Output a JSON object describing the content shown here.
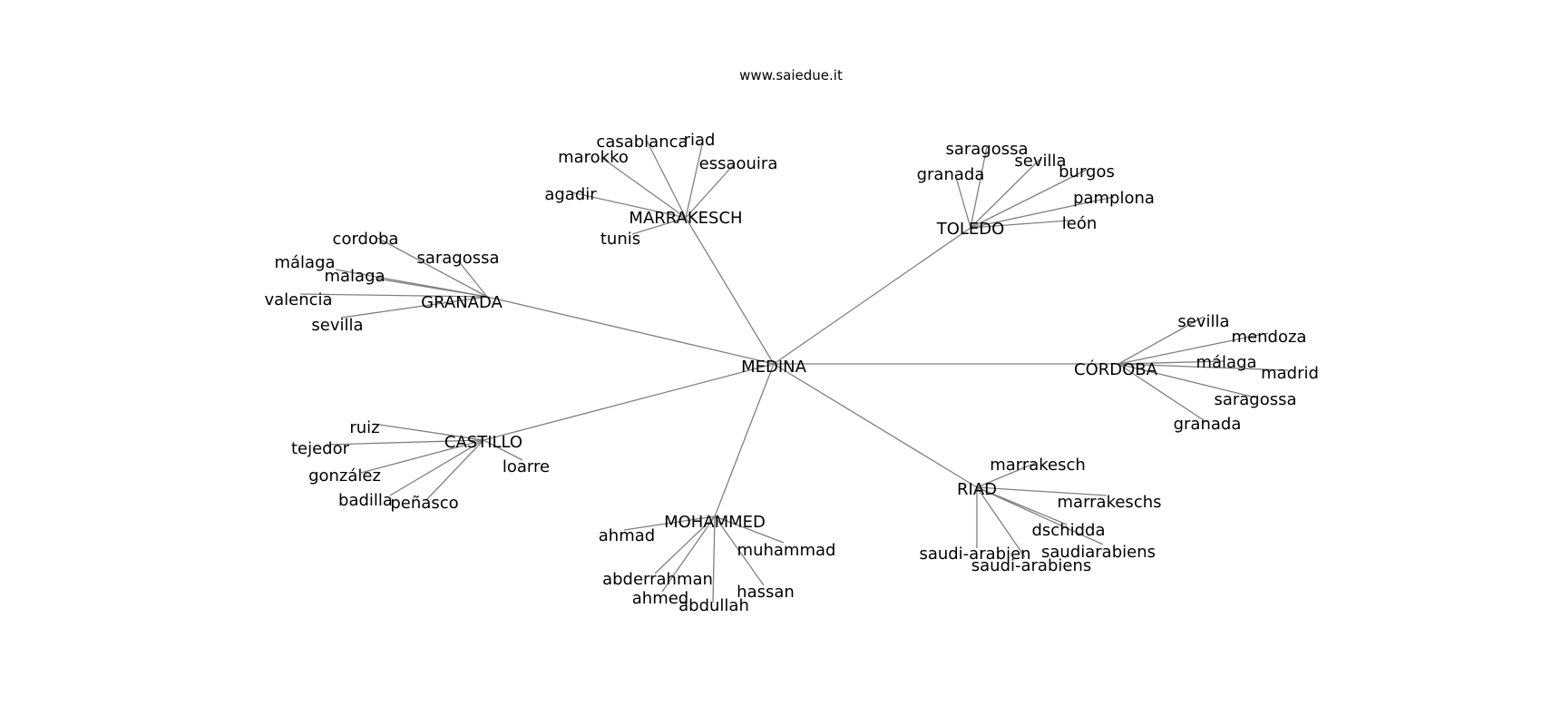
{
  "watermark": "www.saiedue.it",
  "colors": {
    "edge": "#808080",
    "text": "#000000",
    "background": "#ffffff"
  },
  "root": {
    "id": "medina",
    "label": "MEDINA"
  },
  "hubs": [
    {
      "id": "granada",
      "label": "GRANADA",
      "children": [
        "cordoba",
        "saragossa",
        "málaga",
        "malaga",
        "valencia",
        "sevilla"
      ]
    },
    {
      "id": "marrakesch",
      "label": "MARRAKESCH",
      "children": [
        "casablanca",
        "riad",
        "marokko",
        "essaouira",
        "agadir",
        "tunis"
      ]
    },
    {
      "id": "toledo",
      "label": "TOLEDO",
      "children": [
        "saragossa",
        "sevilla",
        "granada",
        "burgos",
        "pamplona",
        "león"
      ]
    },
    {
      "id": "cordoba",
      "label": "CÓRDOBA",
      "children": [
        "sevilla",
        "mendoza",
        "málaga",
        "madrid",
        "saragossa",
        "granada"
      ]
    },
    {
      "id": "riad",
      "label": "RIAD",
      "children": [
        "marrakesch",
        "marrakeschs",
        "dschidda",
        "saudiarabiens",
        "saudi-arabien",
        "saudi-arabiens"
      ]
    },
    {
      "id": "mohammed",
      "label": "MOHAMMED",
      "children": [
        "ahmad",
        "muhammad",
        "abderrahman",
        "hassan",
        "ahmed",
        "abdullah"
      ]
    },
    {
      "id": "castillo",
      "label": "CASTILLO",
      "children": [
        "ruiz",
        "tejedor",
        "loarre",
        "gonzález",
        "badilla",
        "peñasco"
      ]
    }
  ]
}
